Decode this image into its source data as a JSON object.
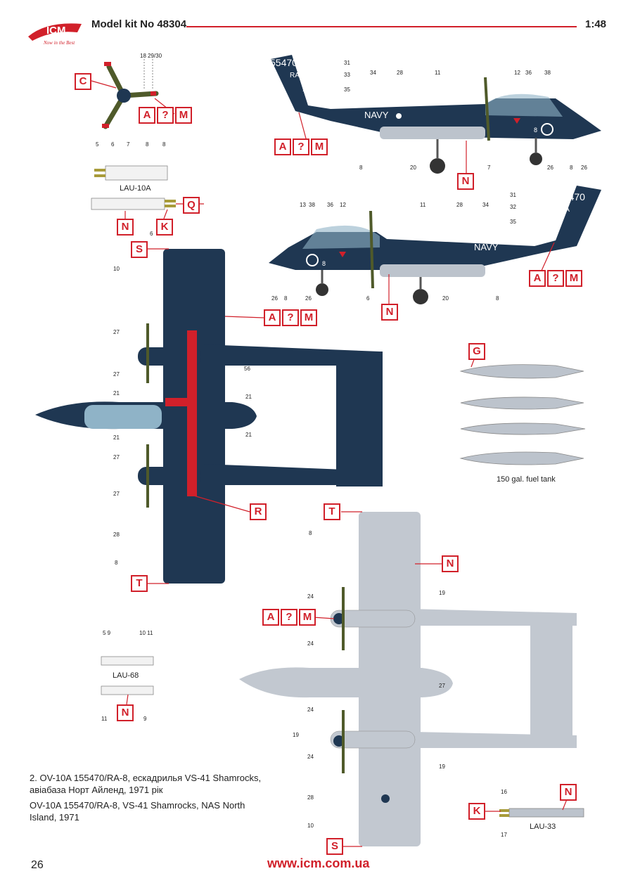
{
  "header": {
    "brand": "ICM",
    "tagline": "Now in the Best",
    "title": "Model kit No 48304",
    "scale": "1:48"
  },
  "colors": {
    "accent": "#d1202a",
    "navy": "#1f3752",
    "grey": "#bcc3cc"
  },
  "labels": {
    "C": "C",
    "A": "A",
    "Q_mark": "?",
    "M": "M",
    "N": "N",
    "K": "K",
    "Q": "Q",
    "S": "S",
    "R": "R",
    "T": "T",
    "G": "G"
  },
  "captions": {
    "lau10a": "LAU-10A",
    "lau68": "LAU-68",
    "lau33": "LAU-33",
    "fuel_tank": "150 gal. fuel tank",
    "tail_number": "55470",
    "tail_code": "RA",
    "tail_small": "155470",
    "navy": "NAVY",
    "nose_num": "8"
  },
  "callouts": {
    "prop": [
      "18",
      "29/30"
    ],
    "lau10a_top": [
      "5",
      "6",
      "7",
      "8",
      "8"
    ],
    "lau10a_bottom": [
      "6"
    ],
    "side1_top": [
      "31",
      "33",
      "35",
      "34",
      "28",
      "11",
      "12",
      "36",
      "38"
    ],
    "side1_bottom": [
      "8",
      "20",
      "7",
      "26",
      "8",
      "26"
    ],
    "side2_top": [
      "13",
      "38",
      "36",
      "12",
      "11",
      "28",
      "34",
      "31",
      "32",
      "35"
    ],
    "side2_bottom": [
      "26",
      "8",
      "26",
      "6",
      "20",
      "8"
    ],
    "top_view": [
      "10",
      "27",
      "27",
      "21",
      "21",
      "27",
      "27",
      "28",
      "8",
      "56",
      "21",
      "21"
    ],
    "lau68_top": [
      "5 9",
      "10 11"
    ],
    "lau68_bottom": [
      "11",
      "9"
    ],
    "bottom_view": [
      "8",
      "24",
      "24",
      "24",
      "24",
      "28",
      "10",
      "19",
      "19",
      "19",
      "27"
    ],
    "lau33": [
      "16",
      "17"
    ]
  },
  "description": {
    "ua": "2. OV-10A 155470/RA-8, ескадрилья VS-41 Shamrocks, авіабаза Норт Айленд, 1971 рік",
    "en": "OV-10A 155470/RA-8, VS-41 Shamrocks, NAS North Island, 1971"
  },
  "footer": {
    "page": "26",
    "url": "www.icm.com.ua"
  }
}
